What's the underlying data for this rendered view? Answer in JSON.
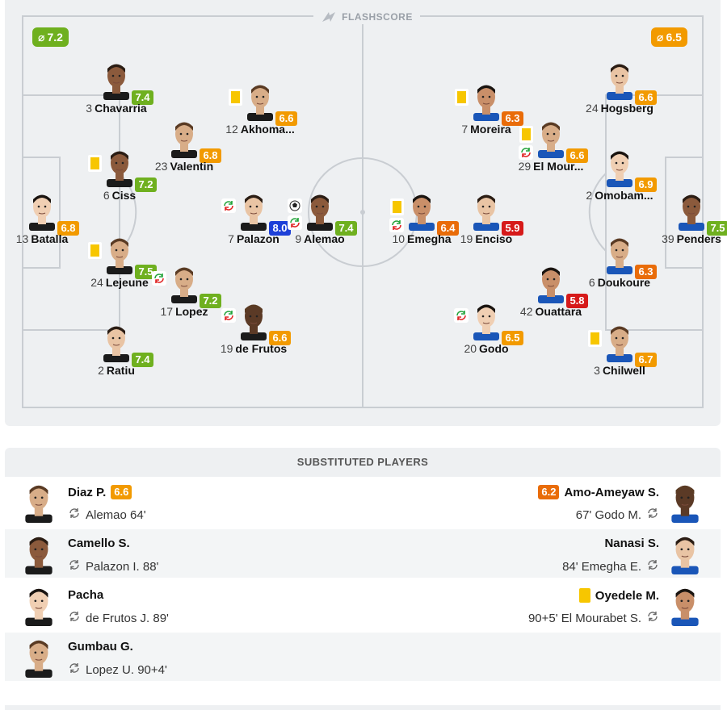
{
  "brand": "FLASHSCORE",
  "colors": {
    "rating_green": "#6fb01f",
    "rating_orange": "#f29a00",
    "rating_dark_orange": "#e96c09",
    "rating_red": "#d61a1a",
    "rating_blue": "#1d40d8",
    "yellow_card": "#f7c600"
  },
  "home_avg": {
    "label": "7.2",
    "icon": "average-icon"
  },
  "away_avg": {
    "label": "6.5",
    "icon": "average-icon"
  },
  "home_players": [
    {
      "num": "3",
      "name": "Chavarria",
      "rating": "7.4",
      "icons": []
    },
    {
      "num": "12",
      "name": "Akhoma...",
      "rating": "6.6",
      "icons": [
        "yellow-card"
      ]
    },
    {
      "num": "23",
      "name": "Valentin",
      "rating": "6.8",
      "icons": []
    },
    {
      "num": "6",
      "name": "Ciss",
      "rating": "7.2",
      "icons": [
        "yellow-card"
      ]
    },
    {
      "num": "13",
      "name": "Batalla",
      "rating": "6.8",
      "icons": []
    },
    {
      "num": "7",
      "name": "Palazon",
      "rating": "8.0",
      "icons": [
        "substitution"
      ]
    },
    {
      "num": "9",
      "name": "Alemao",
      "rating": "7.4",
      "icons": [
        "goal",
        "substitution"
      ]
    },
    {
      "num": "24",
      "name": "Lejeune",
      "rating": "7.5",
      "icons": [
        "yellow-card"
      ]
    },
    {
      "num": "17",
      "name": "Lopez",
      "rating": "7.2",
      "icons": [
        "substitution"
      ]
    },
    {
      "num": "19",
      "name": "de Frutos",
      "rating": "6.6",
      "icons": [
        "substitution"
      ]
    },
    {
      "num": "2",
      "name": "Ratiu",
      "rating": "7.4",
      "icons": []
    }
  ],
  "away_players": [
    {
      "num": "24",
      "name": "Hogsberg",
      "rating": "6.6",
      "icons": []
    },
    {
      "num": "7",
      "name": "Moreira",
      "rating": "6.3",
      "icons": [
        "yellow-card"
      ]
    },
    {
      "num": "29",
      "name": "El Mour...",
      "rating": "6.6",
      "icons": [
        "yellow-card",
        "substitution"
      ]
    },
    {
      "num": "2",
      "name": "Omobam...",
      "rating": "6.9",
      "icons": []
    },
    {
      "num": "10",
      "name": "Emegha",
      "rating": "6.4",
      "icons": [
        "yellow-card",
        "substitution"
      ]
    },
    {
      "num": "19",
      "name": "Enciso",
      "rating": "5.9",
      "icons": []
    },
    {
      "num": "39",
      "name": "Penders",
      "rating": "7.5",
      "icons": []
    },
    {
      "num": "6",
      "name": "Doukoure",
      "rating": "6.3",
      "icons": []
    },
    {
      "num": "42",
      "name": "Ouattara",
      "rating": "5.8",
      "icons": []
    },
    {
      "num": "20",
      "name": "Godo",
      "rating": "6.5",
      "icons": [
        "substitution"
      ]
    },
    {
      "num": "3",
      "name": "Chilwell",
      "rating": "6.7",
      "icons": [
        "yellow-card"
      ]
    }
  ],
  "subs_header": "SUBSTITUTED PLAYERS",
  "subs": [
    {
      "left": {
        "name": "Diaz P.",
        "rating": "6.6",
        "detail": "Alemao 64'"
      },
      "right": {
        "name": "Amo-Ameyaw S.",
        "rating": "6.2",
        "detail": "67' Godo M."
      }
    },
    {
      "left": {
        "name": "Camello S.",
        "rating": "",
        "detail": "Palazon I. 88'"
      },
      "right": {
        "name": "Nanasi S.",
        "rating": "",
        "detail": "84' Emegha E."
      }
    },
    {
      "left": {
        "name": "Pacha",
        "rating": "",
        "detail": "de Frutos J. 89'"
      },
      "right": {
        "name": "Oyedele M.",
        "rating": "",
        "card": "yellow-card",
        "detail": "90+5' El Mourabet S."
      }
    },
    {
      "left": {
        "name": "Gumbau G.",
        "rating": "",
        "detail": "Lopez U. 90+4'"
      },
      "right": null
    }
  ]
}
